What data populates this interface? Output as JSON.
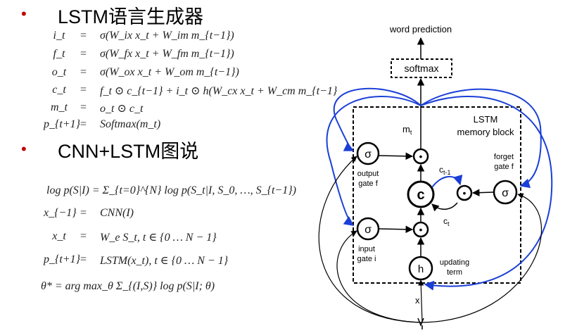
{
  "section1": {
    "bullet": "•",
    "title": "LSTM语言生成器"
  },
  "lstm_equations": [
    {
      "lhs": "i_t",
      "op": "=",
      "rhs": "σ(W_ix x_t + W_im m_{t−1})"
    },
    {
      "lhs": "f_t",
      "op": "=",
      "rhs": "σ(W_fx x_t + W_fm m_{t−1})"
    },
    {
      "lhs": "o_t",
      "op": "=",
      "rhs": "σ(W_ox x_t + W_om m_{t−1})"
    },
    {
      "lhs": "c_t",
      "op": "=",
      "rhs": "f_t ⊙ c_{t−1} + i_t ⊙ h(W_cx x_t + W_cm m_{t−1}"
    },
    {
      "lhs": "m_t",
      "op": "=",
      "rhs": "o_t ⊙ c_t"
    },
    {
      "lhs": "p_{t+1}",
      "op": "=",
      "rhs": "Softmax(m_t)"
    }
  ],
  "section2": {
    "bullet": "•",
    "title": "CNN+LSTM图说"
  },
  "cnn_equations": {
    "log_likelihood": "log p(S|I) = Σ_{t=0}^{N} log p(S_t|I, S_0, …, S_{t−1})",
    "rows": [
      {
        "lhs": "x_{−1}",
        "op": "=",
        "rhs": "CNN(I)"
      },
      {
        "lhs": "x_t",
        "op": "=",
        "rhs": "W_e S_t,    t ∈ {0 … N − 1}"
      },
      {
        "lhs": "p_{t+1}",
        "op": "=",
        "rhs": "LSTM(x_t),    t ∈ {0 … N − 1}"
      }
    ],
    "objective": "θ* = arg max_θ Σ_{(I,S)} log p(S|I; θ)"
  },
  "diagram": {
    "word_prediction": "word prediction",
    "softmax": "softmax",
    "block_title_line1": "LSTM",
    "block_title_line2": "memory block",
    "m_label": "m",
    "m_sub": "t",
    "sigma": "σ",
    "output_gate_line1": "output",
    "output_gate_line2": "gate f",
    "input_gate_line1": "input",
    "input_gate_line2": "gate i",
    "forget_gate_line1": "forget",
    "forget_gate_line2": "gate f",
    "cell": "c",
    "c_prev": "c",
    "c_prev_sub": "t-1",
    "c_t": "c",
    "c_t_sub": "t",
    "h": "h",
    "updating_line1": "updating",
    "updating_line2": "term",
    "x_label": "x",
    "odot": "•",
    "colors": {
      "recurrent_arrow": "#1a3fd6",
      "ink": "#000000",
      "bullet": "#c00000"
    }
  }
}
